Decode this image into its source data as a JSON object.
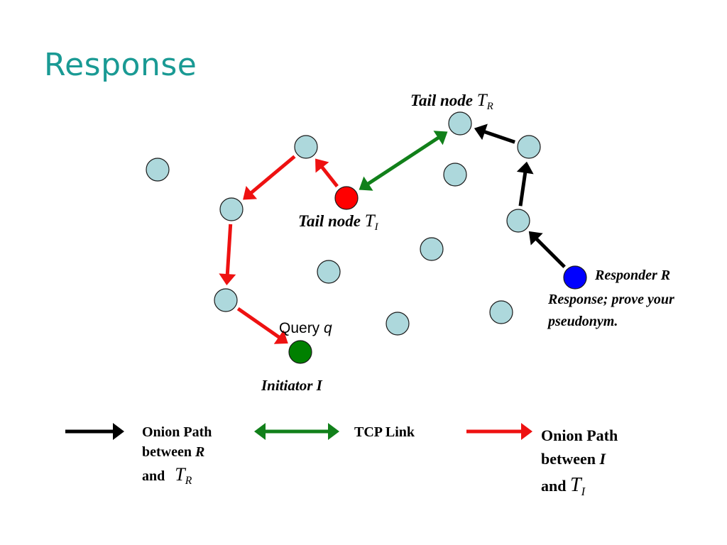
{
  "title": "Response",
  "colors": {
    "title": "#1a9a94",
    "node_fill": "#add8dc",
    "node_stroke": "#1a1a1a",
    "tail_initiator": "#ff0000",
    "initiator": "#008000",
    "responder": "#0000ff",
    "black_path": "#000000",
    "red_path": "#ee1111",
    "tcp_link": "#11801a"
  },
  "labels": {
    "tail_r": {
      "text": "Tail node ",
      "sym": "T",
      "sub": "R"
    },
    "tail_i": {
      "text": "Tail node ",
      "sym": "T",
      "sub": "I"
    },
    "responder": "Responder R",
    "response_line1": "Response; prove your",
    "response_line2": "pseudonym.",
    "query": "Query ",
    "query_var": "q",
    "initiator": "Initiator I"
  },
  "legend": {
    "black": {
      "line1": "Onion Path",
      "line2": "between ",
      "line2_var": "R",
      "line3": "and",
      "sym": "T",
      "sub": "R"
    },
    "green": {
      "label": "TCP Link"
    },
    "red": {
      "line1": "Onion Path",
      "line2": "between ",
      "line2_var": "I",
      "line3": "and ",
      "sym": "T",
      "sub": "I"
    }
  },
  "nodes": [
    {
      "id": "n1",
      "role": "relay"
    },
    {
      "id": "n2",
      "role": "relay"
    },
    {
      "id": "n3",
      "role": "relay"
    },
    {
      "id": "n4",
      "role": "relay"
    },
    {
      "id": "tail-r",
      "role": "tail-responder"
    },
    {
      "id": "n6",
      "role": "relay"
    },
    {
      "id": "n7",
      "role": "relay"
    },
    {
      "id": "tail-i",
      "role": "tail-initiator"
    },
    {
      "id": "n9",
      "role": "relay"
    },
    {
      "id": "n10",
      "role": "relay"
    },
    {
      "id": "n11",
      "role": "relay"
    },
    {
      "id": "n12",
      "role": "relay"
    },
    {
      "id": "n13",
      "role": "relay"
    },
    {
      "id": "n14",
      "role": "relay"
    },
    {
      "id": "responder",
      "role": "responder"
    },
    {
      "id": "initiator",
      "role": "initiator"
    }
  ],
  "edges": [
    {
      "from": "responder",
      "to": "n13",
      "type": "black"
    },
    {
      "from": "n13",
      "to": "n6",
      "type": "black"
    },
    {
      "from": "n6",
      "to": "tail-r",
      "type": "black"
    },
    {
      "from": "tail-r",
      "to": "tail-i",
      "type": "tcp"
    },
    {
      "from": "tail-i",
      "to": "n2",
      "type": "red"
    },
    {
      "from": "n2",
      "to": "n3",
      "type": "red"
    },
    {
      "from": "n3",
      "to": "n4",
      "type": "red"
    },
    {
      "from": "n4",
      "to": "initiator",
      "type": "red"
    }
  ]
}
